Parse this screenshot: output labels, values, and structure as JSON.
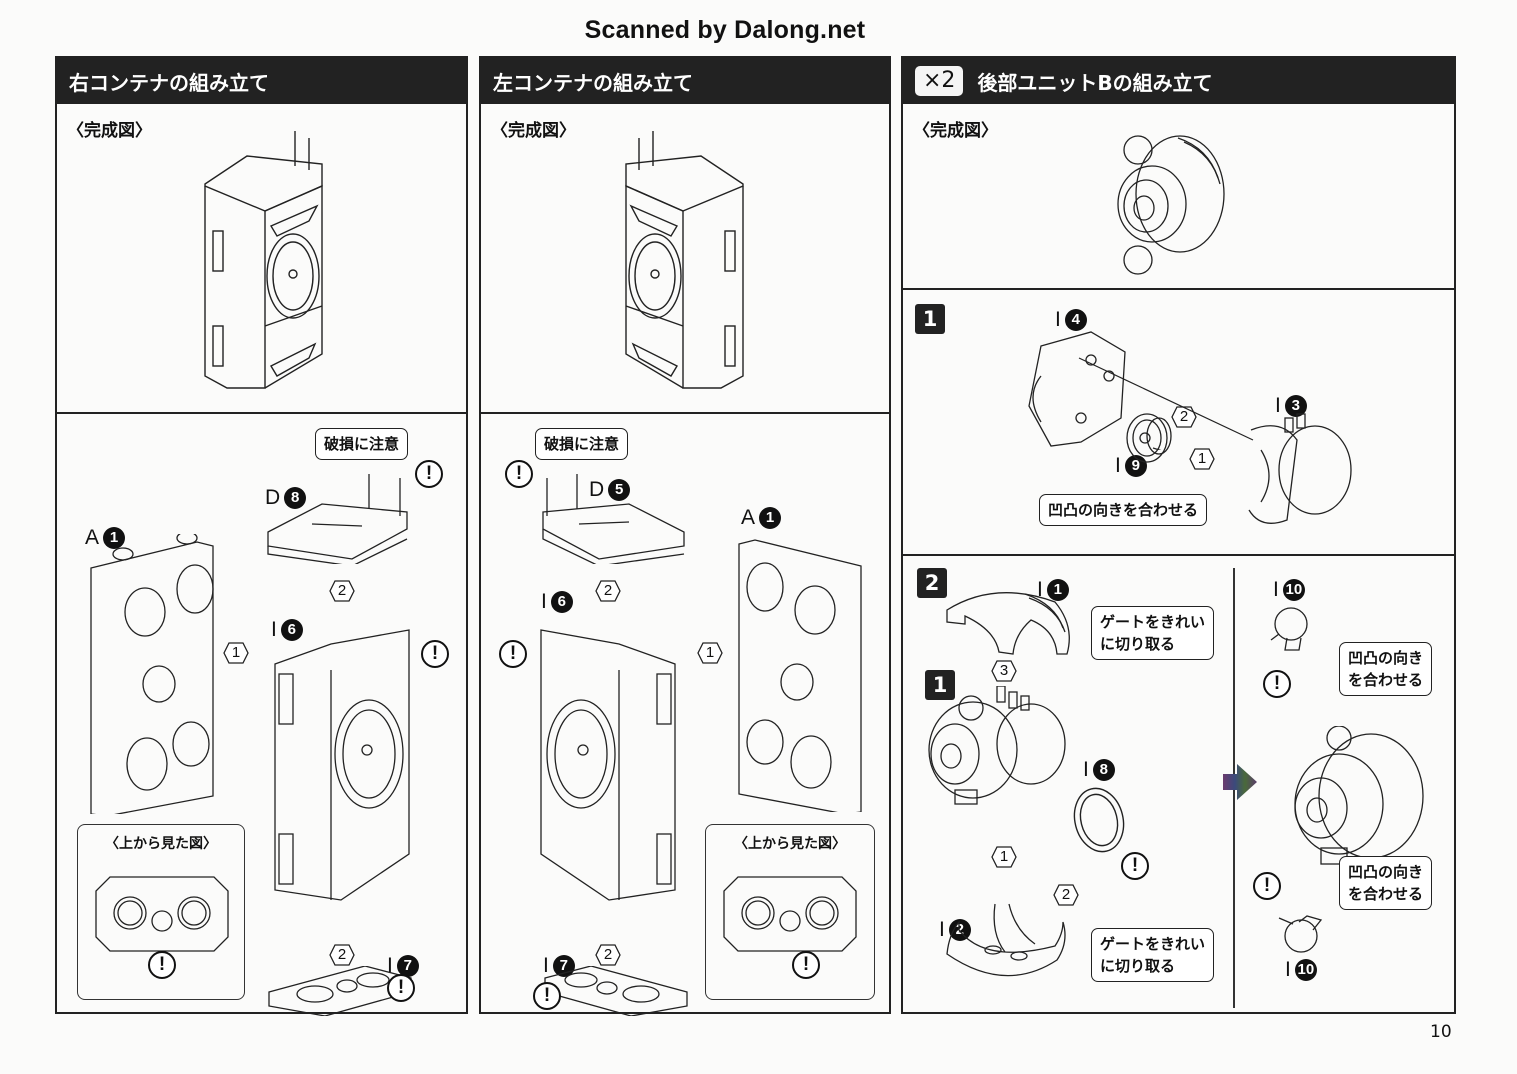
{
  "watermark": "Scanned by Dalong.net",
  "page_number": "10",
  "columns": [
    {
      "title": "右コンテナの組み立て",
      "completed_label": "〈完成図〉",
      "callout_damage": "破損に注意",
      "topview_title": "〈上から見た図〉",
      "parts": {
        "antenna_plate": {
          "letter": "D",
          "num": "8"
        },
        "side_panel": {
          "letter": "A",
          "num": "1"
        },
        "body": {
          "letter": "I",
          "num": "6"
        },
        "base": {
          "letter": "I",
          "num": "7"
        }
      },
      "steps": {
        "one": "1",
        "two": "2",
        "two_b": "2"
      },
      "warning": "!"
    },
    {
      "title": "左コンテナの組み立て",
      "completed_label": "〈完成図〉",
      "callout_damage": "破損に注意",
      "topview_title": "〈上から見た図〉",
      "parts": {
        "antenna_plate": {
          "letter": "D",
          "num": "5"
        },
        "side_panel": {
          "letter": "A",
          "num": "1"
        },
        "body": {
          "letter": "I",
          "num": "6"
        },
        "base": {
          "letter": "I",
          "num": "7"
        }
      },
      "steps": {
        "one": "1",
        "two": "2",
        "two_b": "2"
      },
      "warning": "!"
    },
    {
      "multiplier": "×2",
      "title": "後部ユニットBの組み立て",
      "completed_label": "〈完成図〉",
      "step1": {
        "number": "1",
        "parts": {
          "frame": {
            "letter": "I",
            "num": "4"
          },
          "shell": {
            "letter": "I",
            "num": "3"
          },
          "lens": {
            "letter": "I",
            "num": "9"
          }
        },
        "order": {
          "a": "2",
          "b": "1"
        },
        "callout_align": "凹凸の向きを合わせる"
      },
      "step2": {
        "number": "2",
        "ref_step": "1",
        "parts": {
          "top_cap": {
            "letter": "I",
            "num": "1"
          },
          "ring": {
            "letter": "I",
            "num": "8"
          },
          "bottom_cap": {
            "letter": "I",
            "num": "2"
          },
          "pod_top": {
            "letter": "I",
            "num": "10"
          },
          "pod_bottom": {
            "letter": "I",
            "num": "10"
          }
        },
        "order": {
          "a": "3",
          "b": "1",
          "c": "2"
        },
        "callout_gate_1": "ゲートをきれい\nに切り取る",
        "callout_gate_2": "ゲートをきれい\nに切り取る",
        "callout_align_1": "凹凸の向き\nを合わせる",
        "callout_align_2": "凹凸の向き\nを合わせる"
      },
      "warning": "!"
    }
  ]
}
